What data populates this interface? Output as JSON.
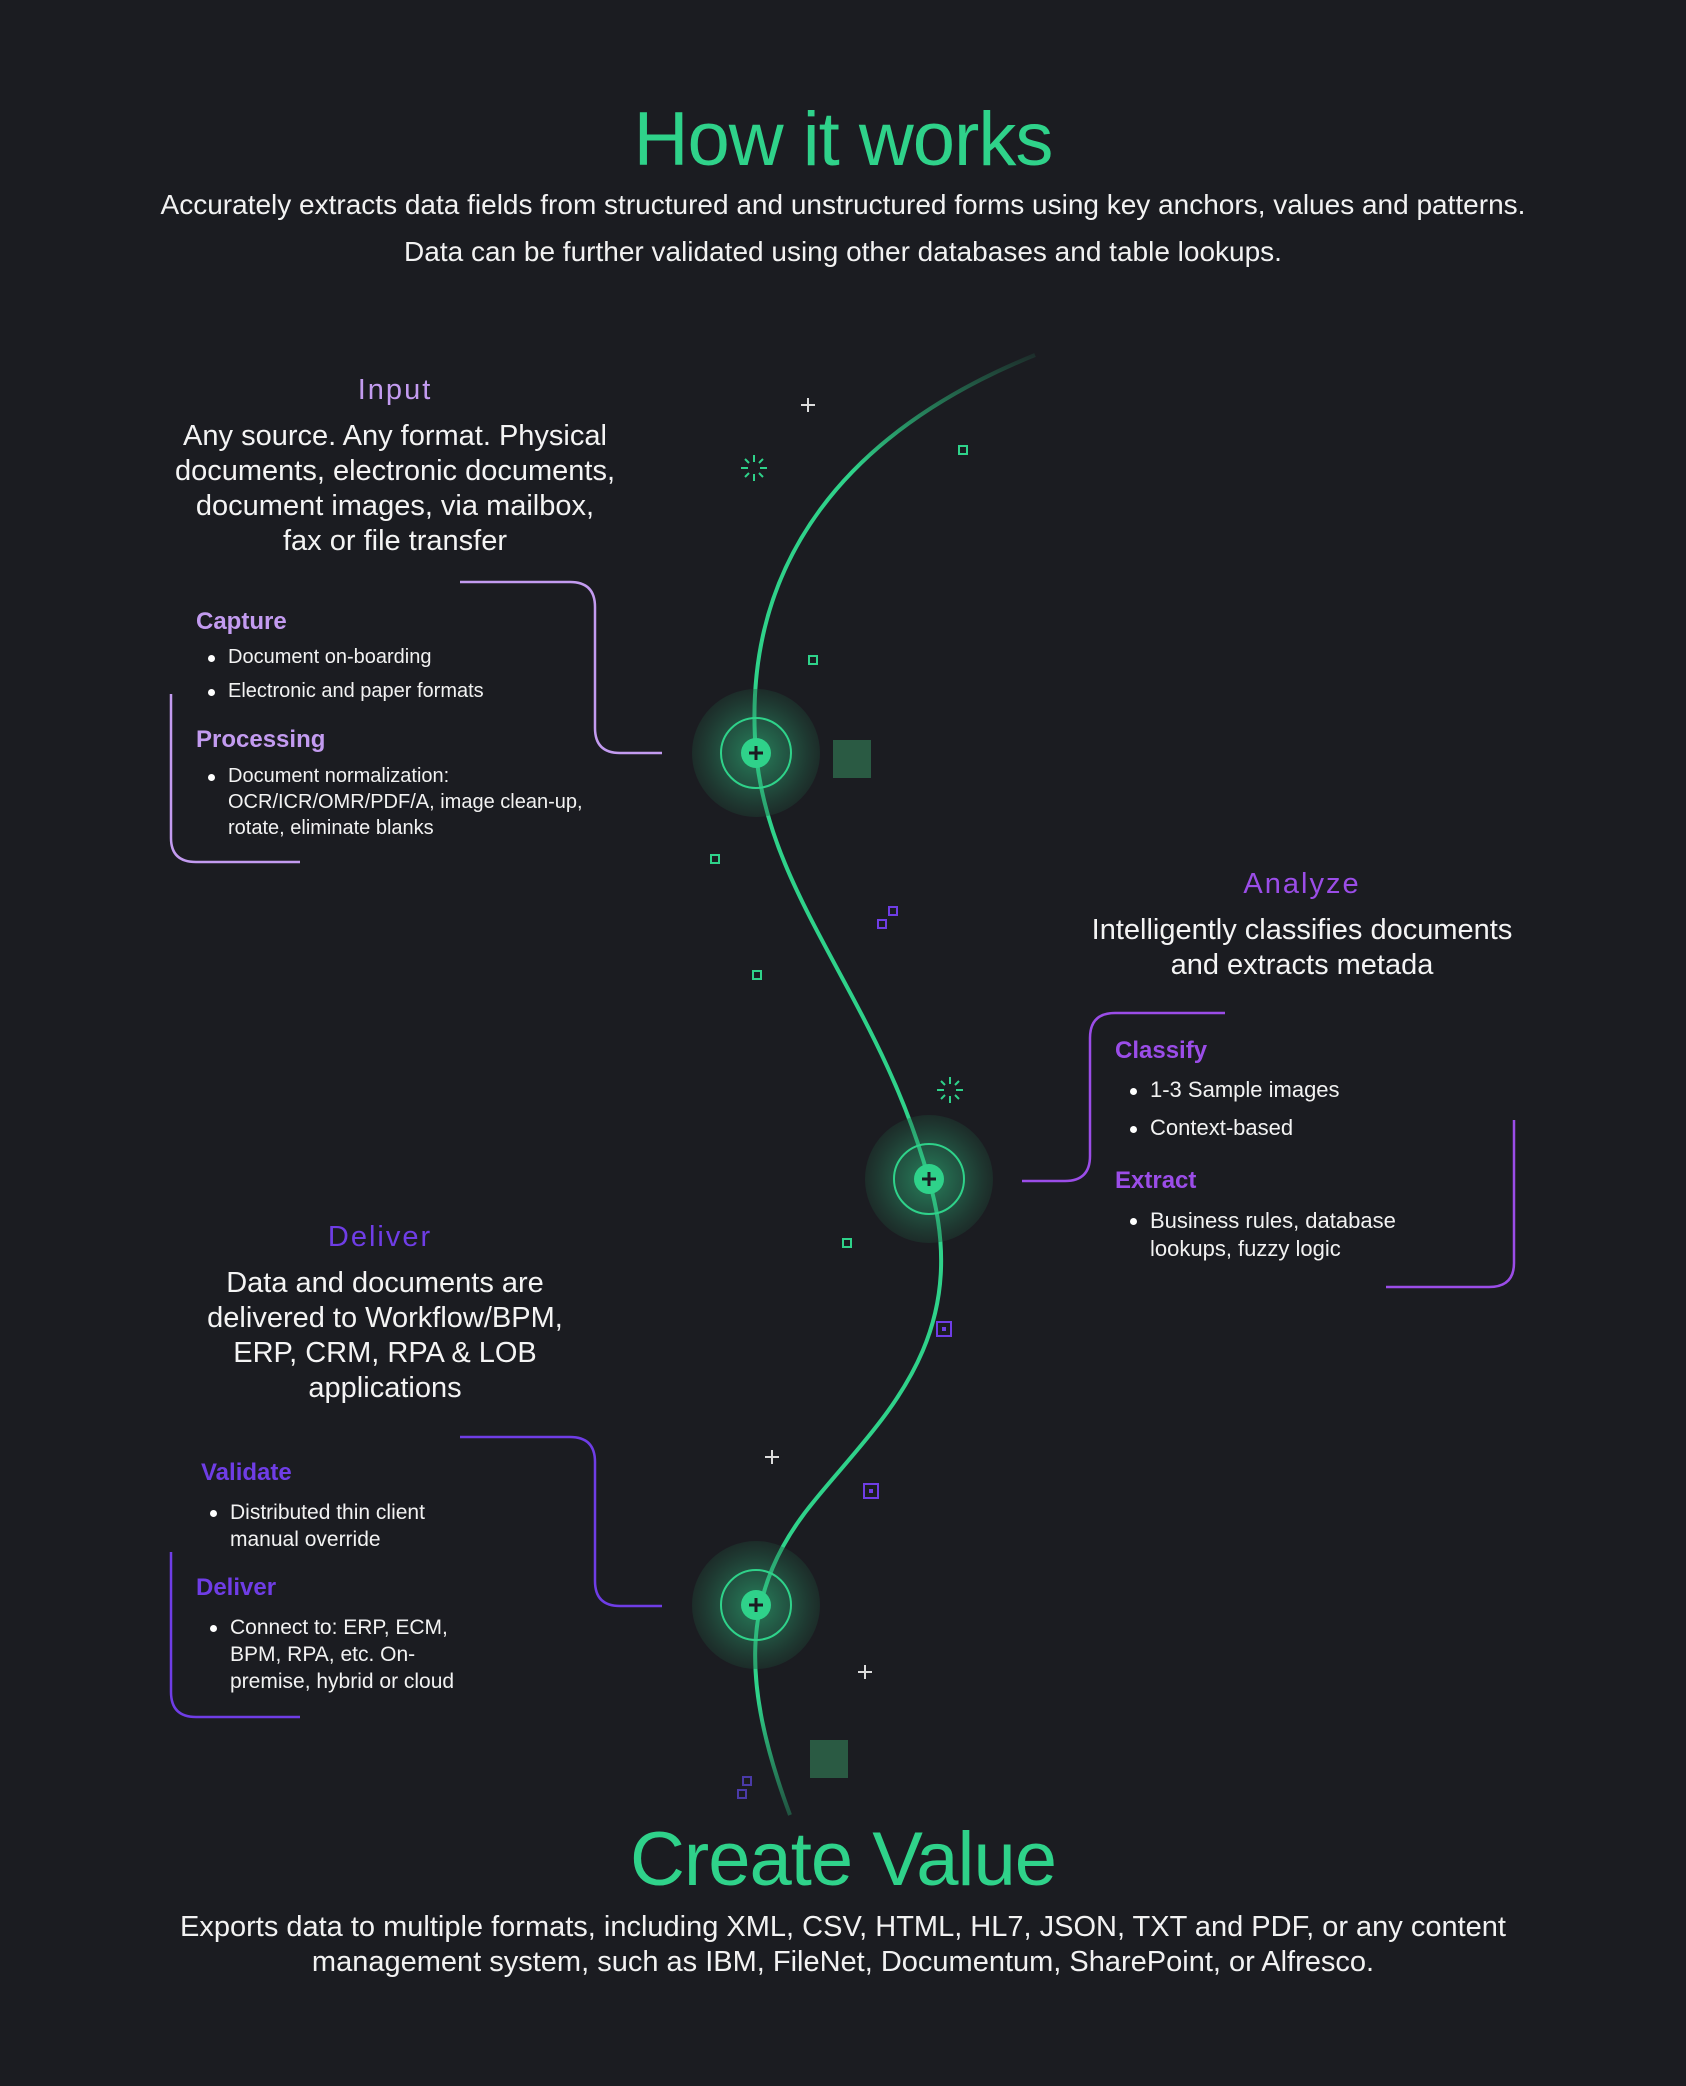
{
  "header": {
    "title": "How it works",
    "intro_line1": "Accurately extracts data fields from structured and unstructured forms using key anchors, values and patterns.",
    "intro_line2": "Data can be further validated using other databases and table lookups."
  },
  "stages": {
    "input": {
      "title": "Input",
      "description": [
        "Any source. Any format. Physical",
        "documents, electronic documents,",
        "document images, via mailbox,",
        "fax or file transfer"
      ],
      "capture_title": "Capture",
      "capture_items": [
        "Document on-boarding",
        "Electronic and paper formats"
      ],
      "processing_title": "Processing",
      "processing_items": [
        "Document normalization: OCR/ICR/OMR/PDF/A, image clean-up, rotate, eliminate blanks"
      ]
    },
    "analyze": {
      "title": "Analyze",
      "description": [
        "Intelligently classifies documents",
        "and extracts metada"
      ],
      "classify_title": "Classify",
      "classify_items": [
        "1-3 Sample images",
        "Context-based"
      ],
      "extract_title": "Extract",
      "extract_items": [
        "Business rules, database lookups, fuzzy logic"
      ]
    },
    "deliver": {
      "title": "Deliver",
      "description": [
        "Data and documents are",
        "delivered to Workflow/BPM,",
        "ERP, CRM, RPA & LOB",
        "applications"
      ],
      "validate_title": "Validate",
      "validate_items": [
        "Distributed thin client manual override"
      ],
      "deliver_title": "Deliver",
      "deliver_items": [
        "Connect to: ERP, ECM, BPM, RPA, etc. On-premise, hybrid or cloud"
      ]
    }
  },
  "closing": {
    "title": "Create Value",
    "line1": "Exports data to multiple formats, including XML, CSV, HTML, HL7, JSON, TXT and PDF, or any content",
    "line2": "management system, such as IBM, FileNet, Documentum, SharePoint, or Alfresco."
  },
  "colors": {
    "background": "#1b1c21",
    "accent_green": "#2fd28a",
    "input_lilac": "#c39bf0",
    "analyze_purple": "#9b4de8",
    "deliver_indigo": "#6f3de6"
  },
  "icons": {
    "node": "plus-circle-icon",
    "sparkle": "sparkle-icon",
    "cross": "plus-icon",
    "square": "square-outline-icon"
  }
}
